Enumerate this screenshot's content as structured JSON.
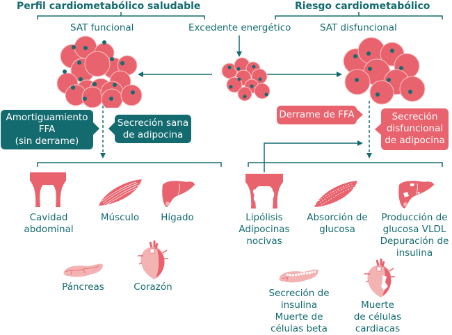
{
  "headers": {
    "healthy": "Perfil cardiometabólico saludable",
    "risk": "Riesgo cardiometabólico"
  },
  "subheaders": {
    "sat_functional": "SAT funcional",
    "energy_excess": "Excedente energético",
    "sat_dysfunctional": "SAT disfuncional"
  },
  "callouts": {
    "buffering": [
      "Amortiguamiento",
      "FFA",
      "(sin derrame)"
    ],
    "healthy_secretion": [
      "Secreción sana",
      "de adipocina"
    ],
    "ffa_spill": [
      "Derrame de FFA"
    ],
    "dysfunctional_secretion": [
      "Secreción",
      "disfuncional",
      "de adipocina"
    ]
  },
  "healthy_organs": [
    {
      "icon": "abdomen-icon",
      "label": [
        "Cavidad",
        "abdominal"
      ]
    },
    {
      "icon": "muscle-icon",
      "label": [
        "Músculo"
      ]
    },
    {
      "icon": "liver-icon",
      "label": [
        "Hígado"
      ]
    },
    {
      "icon": "pancreas-icon",
      "label": [
        "Páncreas"
      ]
    },
    {
      "icon": "heart-icon",
      "label": [
        "Corazón"
      ]
    }
  ],
  "risk_organs": [
    {
      "icon": "abdomen-icon",
      "label": [
        "Lipólisis",
        "Adipocinas",
        "nocivas"
      ]
    },
    {
      "icon": "muscle-icon",
      "label": [
        "Absorción de",
        "glucosa"
      ]
    },
    {
      "icon": "liver-icon",
      "label": [
        "Producción de",
        "glucosa VLDL",
        "Depuración de",
        "insulina"
      ]
    },
    {
      "icon": "pancreas-icon",
      "label": [
        "Secreción de",
        "insulina",
        "Muerte de",
        "células beta"
      ]
    },
    {
      "icon": "heart-icon",
      "label": [
        "Muerte",
        "de células",
        "cardiacas"
      ]
    }
  ],
  "colors": {
    "teal": "#136b6f",
    "pink": "#e9636e",
    "light_pink": "#f4b3b3"
  }
}
